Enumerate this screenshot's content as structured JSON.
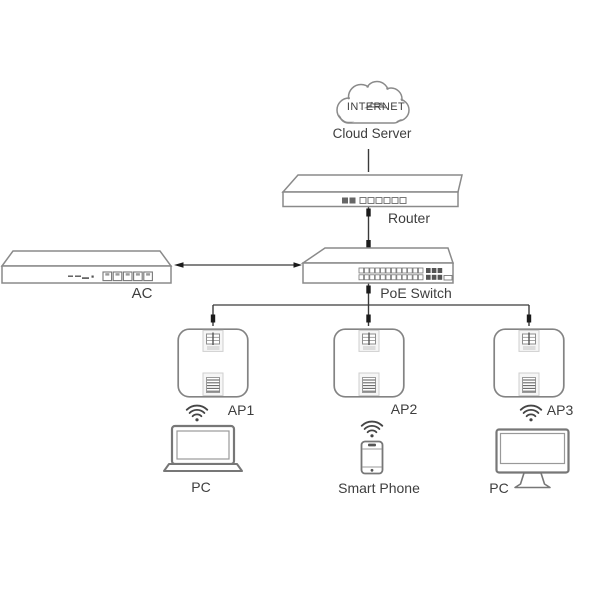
{
  "diagram_type": "network-topology",
  "nodes": {
    "cloud": {
      "name": "INTERNET",
      "label": "Cloud Server"
    },
    "router": {
      "label": "Router"
    },
    "poe_switch": {
      "label": "PoE Switch"
    },
    "ac": {
      "label": "AC"
    },
    "aps": [
      {
        "label": "AP1"
      },
      {
        "label": "AP2"
      },
      {
        "label": "AP3"
      }
    ],
    "clients": [
      {
        "label": "PC",
        "type": "laptop"
      },
      {
        "label": "Smart Phone",
        "type": "smartphone"
      },
      {
        "label": "PC",
        "type": "desktop"
      }
    ]
  },
  "connections": [
    {
      "from": "Cloud Server",
      "to": "Router",
      "style": "wired"
    },
    {
      "from": "Router",
      "to": "PoE Switch",
      "style": "wired"
    },
    {
      "from": "PoE Switch",
      "to": "AC",
      "style": "wired",
      "arrows": "both"
    },
    {
      "from": "PoE Switch",
      "to": "AP1",
      "style": "wired"
    },
    {
      "from": "PoE Switch",
      "to": "AP2",
      "style": "wired"
    },
    {
      "from": "PoE Switch",
      "to": "AP3",
      "style": "wired"
    },
    {
      "from": "AP1",
      "to": "PC",
      "style": "wireless"
    },
    {
      "from": "AP2",
      "to": "Smart Phone",
      "style": "wireless"
    },
    {
      "from": "AP3",
      "to": "PC",
      "style": "wireless"
    }
  ],
  "colors": {
    "background": "#ffffff",
    "device_outline": "#868686",
    "connection_line": "#3a3a3a",
    "connector_plug": "#1b1b1b",
    "text": "#3e3e3e"
  }
}
